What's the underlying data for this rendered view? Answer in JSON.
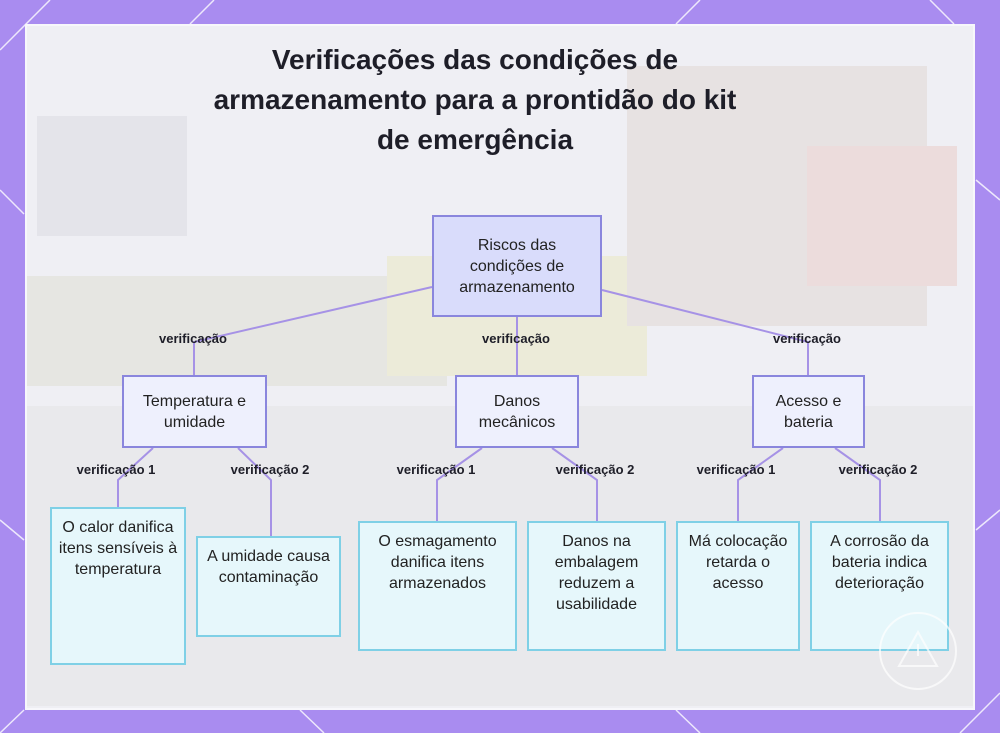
{
  "title": "Verificações das condições de armazenamento para a prontidão do kit de emergência",
  "colors": {
    "frame": "#a98cf0",
    "panel": "#efeff4",
    "root_fill": "#d9dcfb",
    "mid_fill": "#eef0fd",
    "node_border": "#8a86dd",
    "leaf_fill": "#e6f7fb",
    "leaf_border": "#7fd0e6",
    "edge": "#a692e6"
  },
  "root": {
    "label": "Riscos das condições de armazenamento"
  },
  "categories": [
    {
      "label": "Temperatura e umidade",
      "edge_label": "verificação",
      "checks": [
        {
          "edge_label": "verificação 1",
          "label": "O calor danifica itens sensíveis à temperatura"
        },
        {
          "edge_label": "verificação 2",
          "label": "A umidade causa contaminação"
        }
      ]
    },
    {
      "label": "Danos mecânicos",
      "edge_label": "verificação",
      "checks": [
        {
          "edge_label": "verificação 1",
          "label": "O esmagamento danifica itens armazenados"
        },
        {
          "edge_label": "verificação 2",
          "label": "Danos na embalagem reduzem a usabilidade"
        }
      ]
    },
    {
      "label": "Acesso e bateria",
      "edge_label": "verificação",
      "checks": [
        {
          "edge_label": "verificação 1",
          "label": "Má colocação retarda o acesso"
        },
        {
          "edge_label": "verificação 2",
          "label": "A corrosão da bateria indica deterioração"
        }
      ]
    }
  ]
}
